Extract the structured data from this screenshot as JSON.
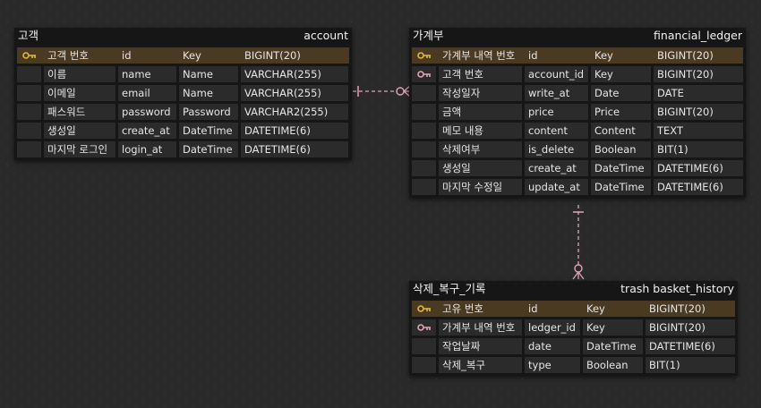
{
  "account": {
    "label": "고객",
    "name": "account",
    "rows": [
      {
        "icon": "primary-key-icon",
        "label": "고객 번호",
        "column": "id",
        "domain": "Key",
        "type": "BIGINT(20)"
      },
      {
        "icon": "",
        "label": "이름",
        "column": "name",
        "domain": "Name",
        "type": "VARCHAR(255)"
      },
      {
        "icon": "",
        "label": "이메일",
        "column": "email",
        "domain": "Name",
        "type": "VARCHAR(255)"
      },
      {
        "icon": "",
        "label": "패스워드",
        "column": "password",
        "domain": "Password",
        "type": "VARCHAR2(255)"
      },
      {
        "icon": "",
        "label": "생성일",
        "column": "create_at",
        "domain": "DateTime",
        "type": "DATETIME(6)"
      },
      {
        "icon": "",
        "label": "마지막 로그인",
        "column": "login_at",
        "domain": "DateTime",
        "type": "DATETIME(6)"
      }
    ]
  },
  "financial_ledger": {
    "label": "가계부",
    "name": "financial_ledger",
    "rows": [
      {
        "icon": "primary-key-icon",
        "label": "가계부 내역 번호",
        "column": "id",
        "domain": "Key",
        "type": "BIGINT(20)"
      },
      {
        "icon": "foreign-key-icon",
        "label": "고객 번호",
        "column": "account_id",
        "domain": "Key",
        "type": "BIGINT(20)"
      },
      {
        "icon": "",
        "label": "작성일자",
        "column": "write_at",
        "domain": "Date",
        "type": "DATE"
      },
      {
        "icon": "",
        "label": "금액",
        "column": "price",
        "domain": "Price",
        "type": "BIGINT(20)"
      },
      {
        "icon": "",
        "label": "메모 내용",
        "column": "content",
        "domain": "Content",
        "type": "TEXT"
      },
      {
        "icon": "",
        "label": "삭제여부",
        "column": "is_delete",
        "domain": "Boolean",
        "type": "BIT(1)"
      },
      {
        "icon": "",
        "label": "생성일",
        "column": "create_at",
        "domain": "DateTime",
        "type": "DATETIME(6)"
      },
      {
        "icon": "",
        "label": "마지막 수정일",
        "column": "update_at",
        "domain": "DateTime",
        "type": "DATETIME(6)"
      }
    ]
  },
  "trash_basket_history": {
    "label": "삭제_복구_기록",
    "name": "trash basket_history",
    "rows": [
      {
        "icon": "primary-key-icon",
        "label": "고유 번호",
        "column": "id",
        "domain": "Key",
        "type": "BIGINT(20)"
      },
      {
        "icon": "foreign-key-icon",
        "label": "가계부 내역 번호",
        "column": "ledger_id",
        "domain": "Key",
        "type": "BIGINT(20)"
      },
      {
        "icon": "",
        "label": "작업날짜",
        "column": "date",
        "domain": "DateTime",
        "type": "DATETIME(6)"
      },
      {
        "icon": "",
        "label": "삭제_복구",
        "column": "type",
        "domain": "Boolean",
        "type": "BIT(1)"
      }
    ]
  },
  "colors": {
    "background": "#2a2a2a",
    "table": "#161616",
    "cell": "#2b2b2b",
    "primary_key_row": "#4a3a22",
    "primary_key_icon": "#e2b93b",
    "foreign_key_icon": "#e0a4b4",
    "relation_line": "#e0a4b4"
  }
}
